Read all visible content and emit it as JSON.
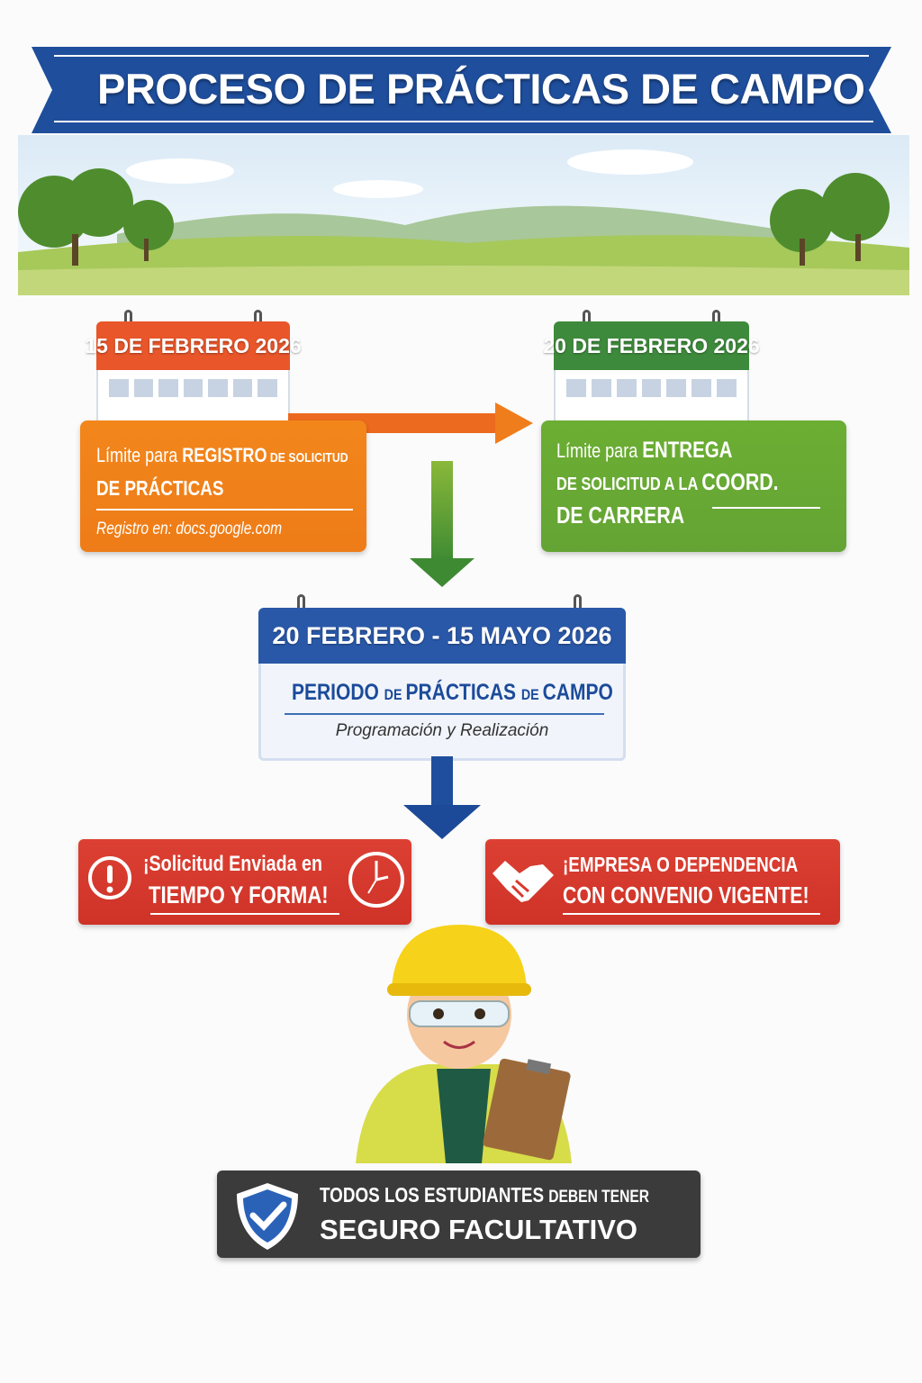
{
  "title": "PROCESO DE PRÁCTICAS DE CAMPO",
  "step1": {
    "date": "15 DE FEBRERO 2026",
    "line1_a": "Límite para ",
    "line1_b": "REGISTRO",
    "line1_c": " DE SOLICITUD",
    "line2": "DE PRÁCTICAS",
    "note": "Registro en: docs.google.com",
    "color": "#f0841c"
  },
  "step2": {
    "date": "20 DE FEBRERO 2026",
    "line1_a": "Límite para ",
    "line1_b": "ENTREGA",
    "line2_a": "DE SOLICITUD A LA ",
    "line2_b": "COORD.",
    "line3": "DE CARRERA",
    "color": "#6aaa34"
  },
  "step3": {
    "date": "20 FEBRERO - 15 MAYO 2026",
    "title_a": "PERIODO ",
    "title_b": "DE ",
    "title_c": "PRÁCTICAS ",
    "title_d": "DE ",
    "title_e": "CAMPO",
    "subtitle": "Programación y Realización",
    "color": "#2a58a8"
  },
  "req1": {
    "line1": "¡Solicitud Enviada en",
    "line2": "TIEMPO Y FORMA!",
    "icon": "alert-icon",
    "icon2": "clock-icon"
  },
  "req2": {
    "line1": "¡EMPRESA O DEPENDENCIA",
    "line2": "CON CONVENIO VIGENTE!",
    "icon": "handshake-icon"
  },
  "footer": {
    "line1_a": "TODOS LOS ESTUDIANTES ",
    "line1_b": "DEBEN TENER",
    "line2": "SEGURO FACULTATIVO",
    "icon": "shield-check-icon"
  }
}
